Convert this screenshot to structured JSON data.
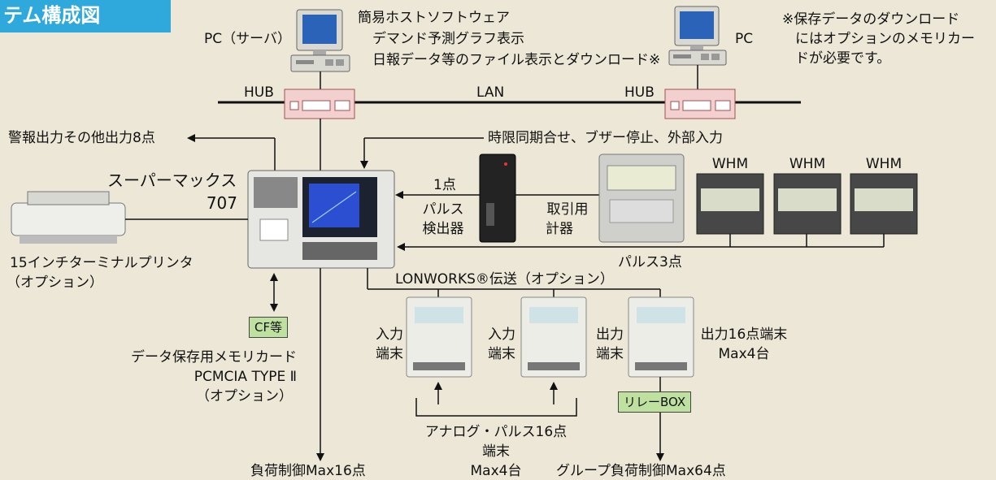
{
  "title": "テム構成図",
  "note": [
    "※保存データのダウンロード",
    "にはオプションのメモリカー",
    "ドが必要です。"
  ],
  "network": {
    "pc_server": "PC（サーバ）",
    "pc": "PC",
    "hub_left": "HUB",
    "hub_right": "HUB",
    "lan": "LAN",
    "software": [
      "簡易ホストソフトウェア",
      "デマンド予測グラフ表示",
      "日報データ等のファイル表示とダウンロード※"
    ]
  },
  "main_unit": {
    "name": "スーパーマックス",
    "model": "707"
  },
  "outputs": {
    "alarm": "警報出力その他出力8点",
    "sync": "時限同期合せ、ブザー停止、外部入力",
    "load_control": "負荷制御Max16点"
  },
  "pulse": {
    "one_point": "1点",
    "detector": [
      "パルス",
      "検出器"
    ],
    "meter": [
      "取引用",
      "計器"
    ],
    "whm": [
      "WHM",
      "WHM",
      "WHM"
    ],
    "three_points": "パルス3点"
  },
  "printer": [
    "15インチターミナルプリンタ",
    "（オプション）"
  ],
  "memory": {
    "tag": "CF等",
    "desc": [
      "データ保存用メモリカード",
      "PCMCIA TYPE Ⅱ",
      "（オプション）"
    ]
  },
  "lonworks": {
    "label": "LONWORKS®伝送（オプション）",
    "input1": [
      "入力",
      "端末"
    ],
    "input2": [
      "入力",
      "端末"
    ],
    "output": [
      "出力",
      "端末"
    ],
    "output_spec": [
      "出力16点端末",
      "Max4台"
    ],
    "analog": [
      "アナログ・パルス16点",
      "端末",
      "Max4台"
    ],
    "relay": "リレーBOX",
    "group_control": "グループ負荷制御Max64点"
  }
}
